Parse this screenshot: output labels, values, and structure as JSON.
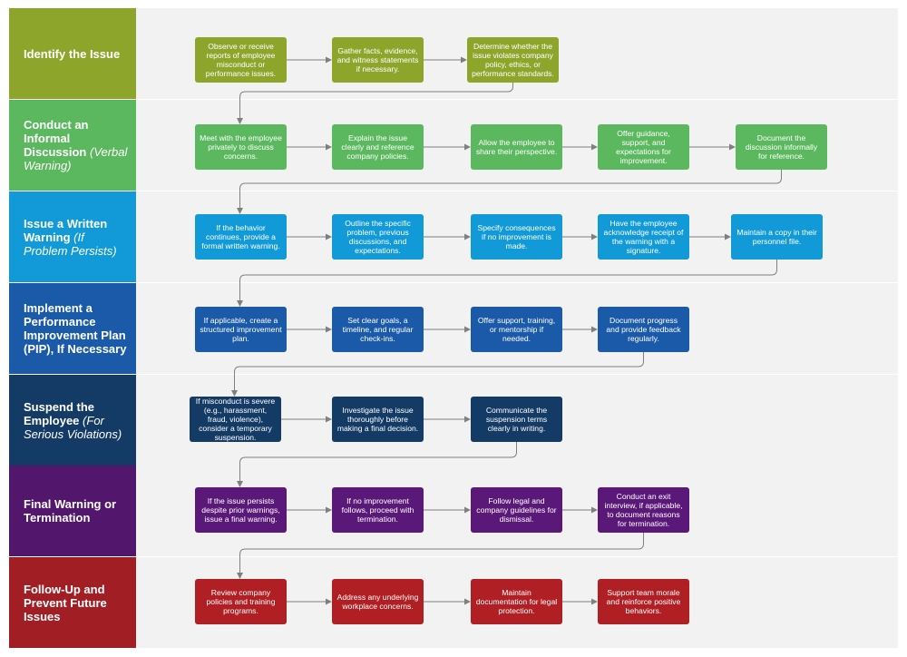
{
  "colors": {
    "lane_background": "#f2f2f2",
    "connector": "#7f7f7f",
    "phases": [
      "#8ea52c",
      "#5cb85e",
      "#1199d8",
      "#1a5aa8",
      "#143b66",
      "#52176c",
      "#a11f24"
    ],
    "step_boxes": [
      "#8ea52c",
      "#5cb85e",
      "#1199d8",
      "#1a5aa8",
      "#143b66",
      "#5a1878",
      "#b01f24"
    ]
  },
  "phases": [
    {
      "title": "Identify the Issue",
      "subtitle": "",
      "steps": [
        "Observe or receive reports of employee misconduct or performance issues.",
        "Gather facts, evidence, and witness statements if necessary.",
        "Determine whether the issue violates company policy, ethics, or performance standards."
      ]
    },
    {
      "title": "Conduct an Informal Discussion",
      "subtitle": "(Verbal Warning)",
      "steps": [
        "Meet with the employee privately to discuss concerns.",
        "Explain the issue clearly and reference company policies.",
        "Allow the employee to share their perspective.",
        "Offer guidance, support, and expectations for improvement.",
        "Document the discussion informally for reference."
      ]
    },
    {
      "title": "Issue a Written Warning",
      "subtitle": "(If Problem Persists)",
      "steps": [
        "If the behavior continues, provide a formal written warning.",
        "Outline the specific problem, previous discussions, and expectations.",
        "Specify consequences if no improvement is made.",
        "Have the employee acknowledge receipt of the warning with a signature.",
        "Maintain a copy in their personnel file."
      ]
    },
    {
      "title": "Implement a Performance Improvement Plan (PIP), If Necessary",
      "subtitle": "",
      "steps": [
        "If applicable, create a structured improvement plan.",
        "Set clear goals, a timeline, and regular check-ins.",
        "Offer support, training, or mentorship if needed.",
        "Document progress and provide feedback regularly."
      ]
    },
    {
      "title": "Suspend the Employee",
      "subtitle": "(For Serious Violations)",
      "steps": [
        "If misconduct is severe (e.g., harassment, fraud, violence), consider a temporary suspension.",
        "Investigate the issue thoroughly before making a final decision.",
        "Communicate the suspension terms clearly in writing."
      ]
    },
    {
      "title": "Final Warning or Termination",
      "subtitle": "",
      "steps": [
        "If the issue persists despite prior warnings, issue a final warning.",
        "If no improvement follows, proceed with termination.",
        "Follow legal and company guidelines for dismissal.",
        "Conduct an exit interview, if applicable, to document reasons for termination."
      ]
    },
    {
      "title": "Follow-Up and Prevent Future Issues",
      "subtitle": "",
      "steps": [
        "Review company policies and training programs.",
        "Address any underlying workplace concerns.",
        "Maintain documentation for legal protection.",
        "Support team morale and reinforce positive behaviors."
      ]
    }
  ]
}
